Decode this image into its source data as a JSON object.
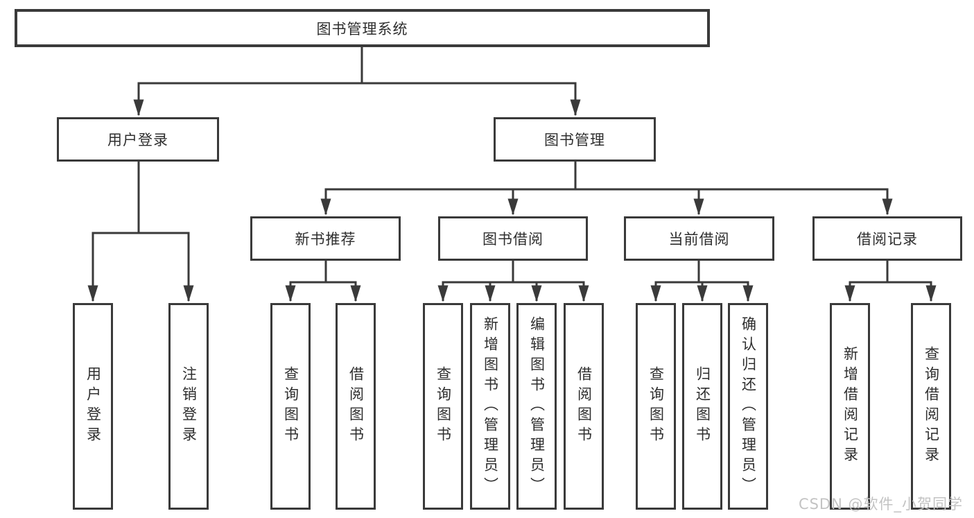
{
  "diagram": {
    "type": "tree",
    "orientation": "top-down",
    "tree": {
      "root": {
        "label": "图书管理系统"
      },
      "branches": [
        {
          "label": "用户登录",
          "leaves": [
            {
              "label": "用户登录"
            },
            {
              "label": "注销登录"
            }
          ]
        },
        {
          "label": "图书管理",
          "groups": [
            {
              "label": "新书推荐",
              "leaves": [
                {
                  "label": "查询图书"
                },
                {
                  "label": "借阅图书"
                }
              ]
            },
            {
              "label": "图书借阅",
              "leaves": [
                {
                  "label": "查询图书"
                },
                {
                  "label": "新增图书（管理员）"
                },
                {
                  "label": "编辑图书（管理员）"
                },
                {
                  "label": "借阅图书"
                }
              ]
            },
            {
              "label": "当前借阅",
              "leaves": [
                {
                  "label": "查询图书"
                },
                {
                  "label": "归还图书"
                },
                {
                  "label": "确认归还（管理员）"
                }
              ]
            },
            {
              "label": "借阅记录",
              "leaves": [
                {
                  "label": "新增借阅记录"
                },
                {
                  "label": "查询借阅记录"
                }
              ]
            }
          ]
        }
      ]
    }
  },
  "watermark": {
    "text": "CSDN @软件_小贺同学"
  },
  "colors": {
    "line": "#3a3a3a",
    "box_border": "#3a3a3a",
    "box_background": "#ffffff",
    "text": "#2e2e2e",
    "watermark": "#c3c3c3"
  }
}
